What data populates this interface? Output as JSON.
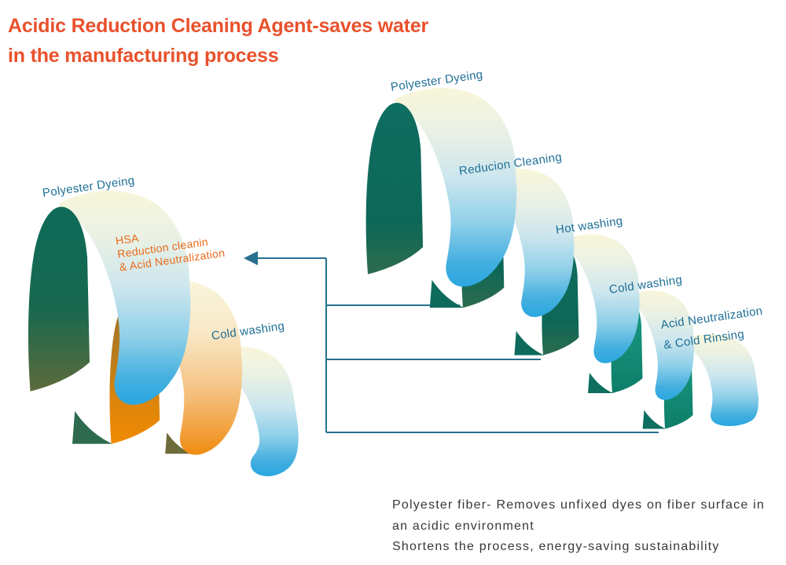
{
  "title": {
    "line1": "Acidic Reduction Cleaning Agent-saves water",
    "line2": "in the manufacturing process"
  },
  "left_flow": {
    "steps": {
      "polyester_dyeing": {
        "label": "Polyester Dyeing"
      },
      "hsa": {
        "line1": "HSA",
        "line2": "Reduction cleanin",
        "line3": "& Acid Neutralization"
      },
      "cold_washing": {
        "label": "Cold washing"
      }
    }
  },
  "right_flow": {
    "steps": {
      "polyester_dyeing": {
        "label": "Polyester Dyeing"
      },
      "reduction_cleaning": {
        "label": "Reducion Cleaning"
      },
      "hot_washing": {
        "label": "Hot washing"
      },
      "cold_washing": {
        "label": "Cold washing"
      },
      "acid_neutralization": {
        "line1": "Acid Neutralization",
        "line2": "& Cold Rinsing"
      }
    }
  },
  "footnote": {
    "line1": "Polyester fiber- Removes unfixed dyes on fiber surface in",
    "line2": "an acidic environment",
    "line3": "Shortens the process, energy-saving sustainability"
  },
  "colors": {
    "title": "#E9512C",
    "label-blue": "#1E6F96",
    "label-orange": "#E96A1A",
    "footnote": "#383838",
    "connector": "#27708F",
    "wave-teal": "#0D6B5C",
    "wave-blue": "#2AA7E1",
    "wave-orange": "#F18A02"
  }
}
